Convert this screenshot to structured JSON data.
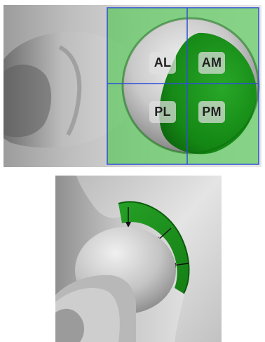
{
  "quadrant_labels": {
    "anterolateral": "AL",
    "anteromedial": "AM",
    "posterolateral": "PL",
    "posteromedial": "PM"
  },
  "colors": {
    "bone": "#cfcfcf",
    "bone_shadow": "#6e6e6e",
    "green_overlay": "#2fbf2f",
    "green_dark": "#0f8f0f",
    "grid_line": "#2f4fd6"
  }
}
